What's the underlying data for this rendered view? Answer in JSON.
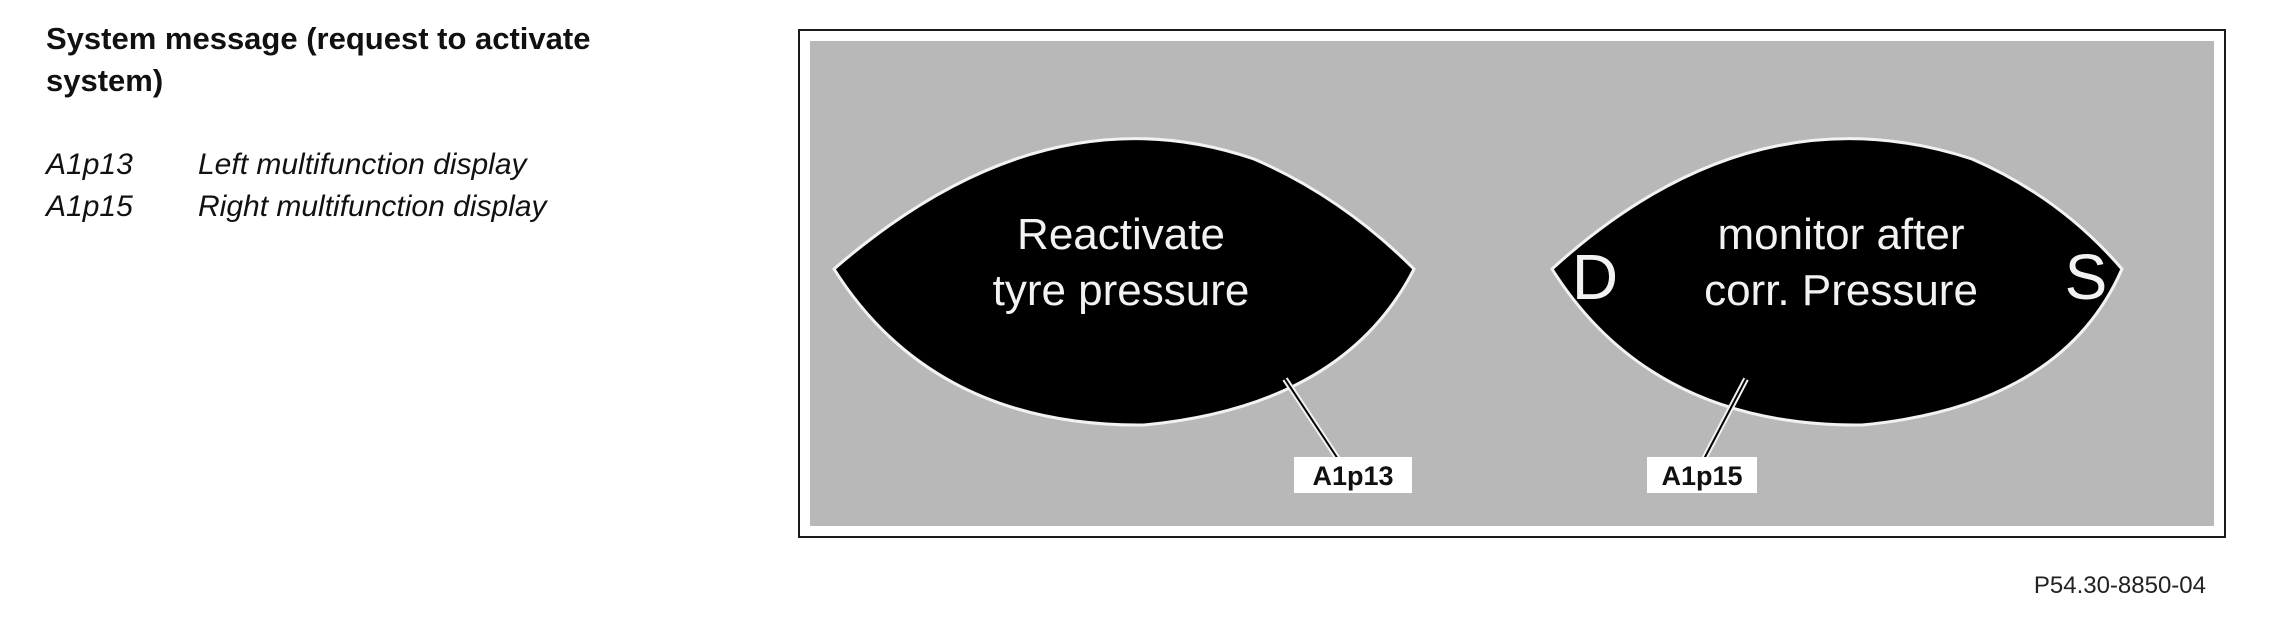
{
  "heading": "System message (request to activate system)",
  "legend": [
    {
      "code": "A1p13",
      "description": "Left multifunction display"
    },
    {
      "code": "A1p15",
      "description": "Right multifunction display"
    }
  ],
  "figure": {
    "left_display": {
      "line1": "Reactivate",
      "line2": "tyre pressure",
      "callout": "A1p13"
    },
    "right_display": {
      "left_letter": "D",
      "line1": "monitor after",
      "line2": "corr. Pressure",
      "right_letter": "S",
      "callout": "A1p15"
    },
    "colors": {
      "display_background": "#000000",
      "panel_background": "#b8b8b8",
      "display_text": "#f2f2f2"
    }
  },
  "figure_id": "P54.30-8850-04"
}
